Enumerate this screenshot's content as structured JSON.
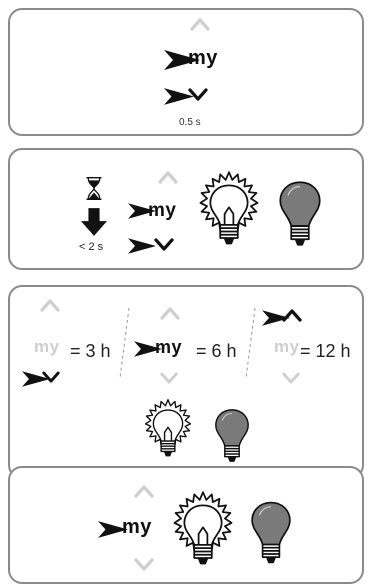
{
  "buttons": {
    "up_glyph": "^",
    "my": "my",
    "down_glyph": "v"
  },
  "step1": {
    "duration": "0.5 s"
  },
  "step2": {
    "duration": "< 2 s"
  },
  "step3": {
    "options": [
      {
        "value": "= 3 h"
      },
      {
        "value": "= 6 h"
      },
      {
        "value": "= 12 h"
      }
    ]
  },
  "colors": {
    "border": "#8a8a8a",
    "pressed": "#111111",
    "faded": "#cfcfcf",
    "bulb_off": "#7a7a7a"
  },
  "icons": [
    "up-arrow-icon",
    "down-arrow-icon",
    "press-arrow-icon",
    "hourglass-icon",
    "lightbulb-on-icon",
    "lightbulb-off-icon"
  ]
}
